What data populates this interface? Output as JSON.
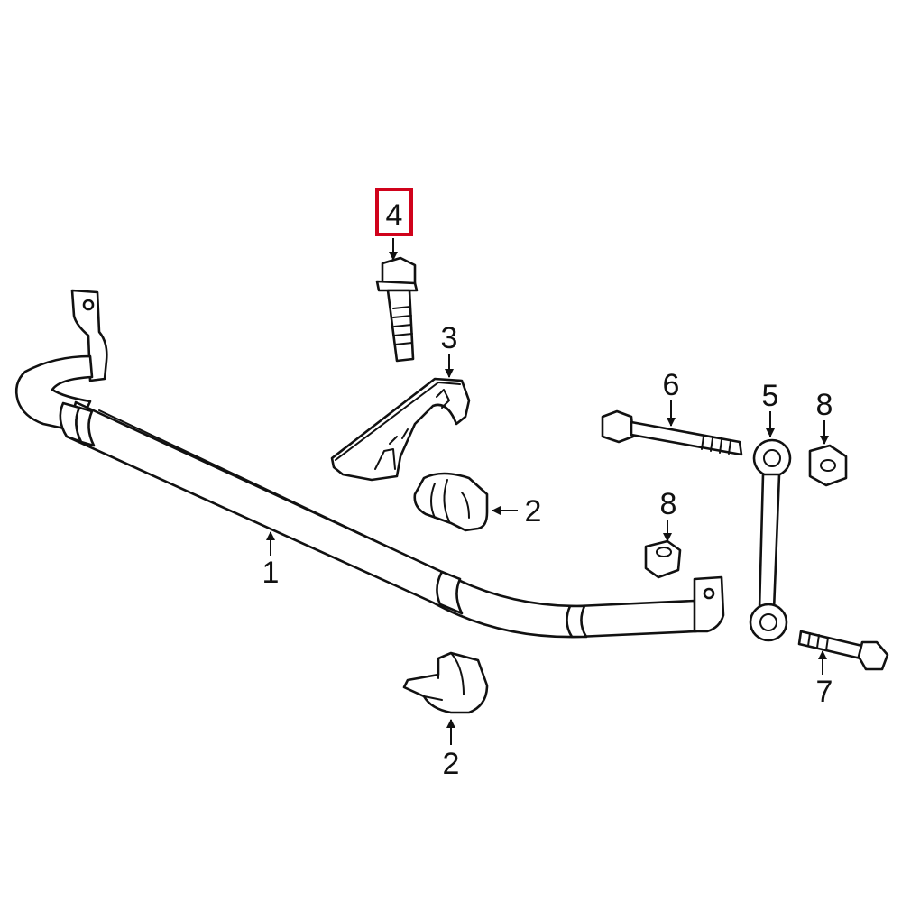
{
  "callouts": {
    "c1": "1",
    "c2_upper": "2",
    "c2_lower": "2",
    "c3": "3",
    "c4": "4",
    "c5": "5",
    "c6": "6",
    "c7": "7",
    "c8_left": "8",
    "c8_right": "8"
  },
  "highlight": {
    "callout": "4",
    "color": "#d0021b"
  }
}
